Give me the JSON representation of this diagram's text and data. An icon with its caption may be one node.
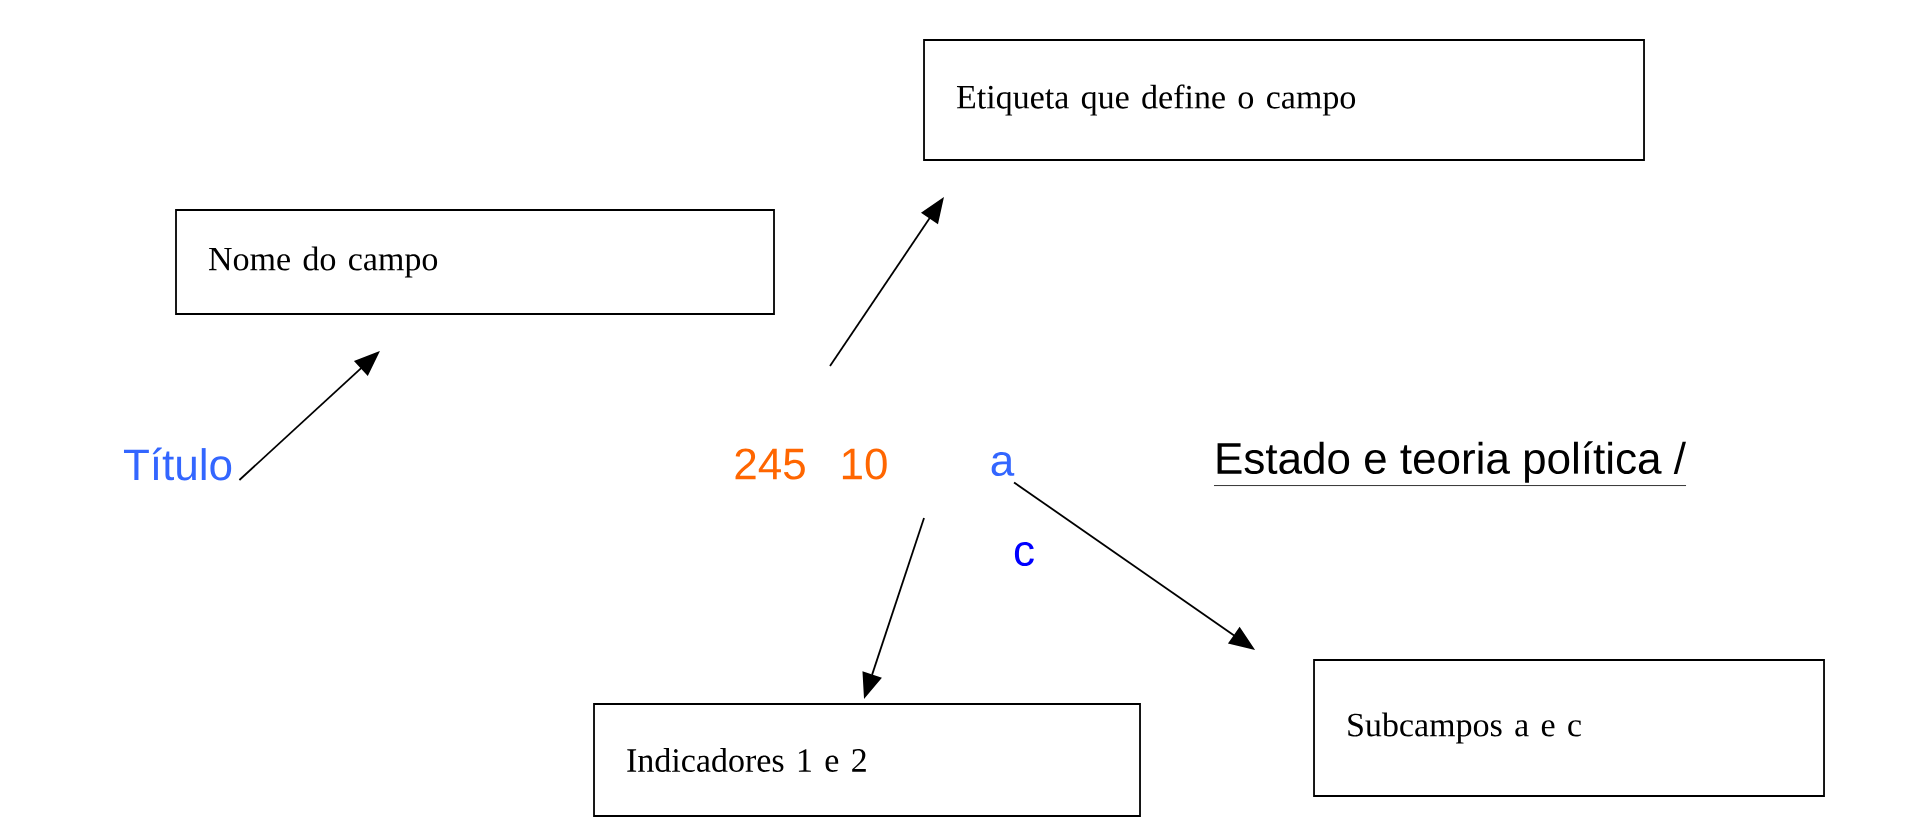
{
  "diagram": {
    "nodes": [
      {
        "text": [
          "Nome do campo"
        ]
      },
      {
        "text": [
          "Etiqueta que define o campo"
        ]
      },
      {
        "text": [
          "Título"
        ]
      },
      {
        "text": [
          "245"
        ]
      },
      {
        "text": [
          "10"
        ]
      },
      {
        "text": [
          "a"
        ]
      },
      {
        "text": [
          "Estado e teoria política /"
        ]
      },
      {
        "text": [
          "c"
        ]
      },
      {
        "text": [
          "Indicadores 1 e 2"
        ]
      },
      {
        "text": [
          "Subcampos a e c"
        ]
      }
    ],
    "edges": [
      {
        "from": 2,
        "to": 0,
        "arrow": "to"
      },
      {
        "from": 3,
        "to": 1,
        "arrow": "to"
      },
      {
        "from": 4,
        "to": 8,
        "arrow": "to"
      },
      {
        "from": 5,
        "to": 9,
        "arrow": "to"
      }
    ]
  }
}
